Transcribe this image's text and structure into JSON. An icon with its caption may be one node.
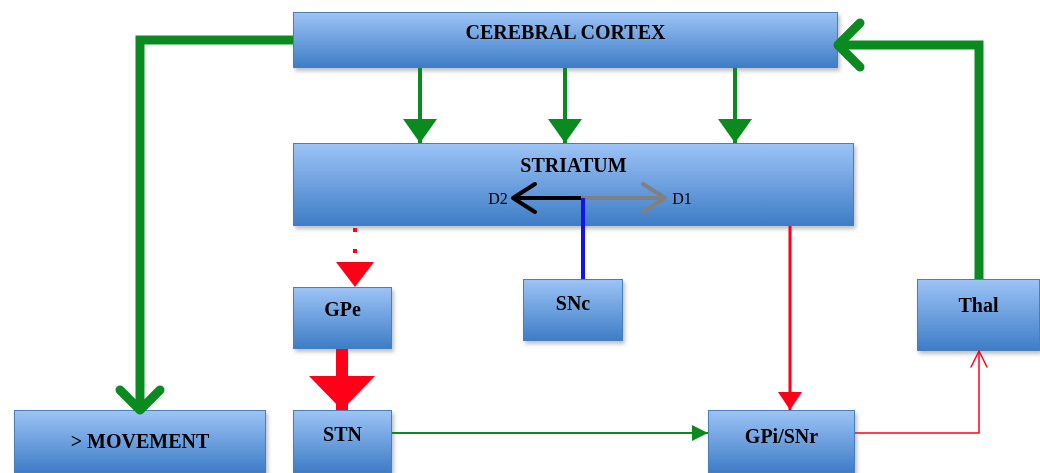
{
  "diagram": {
    "nodes": [
      {
        "text": [
          "CEREBRAL CORTEX"
        ]
      },
      {
        "text": [
          "STRIATUM"
        ]
      },
      {
        "text": [
          "D2"
        ],
        "in": 1
      },
      {
        "text": [
          "D1"
        ],
        "in": 1
      },
      {
        "text": [
          "GPe"
        ]
      },
      {
        "text": [
          "SNc"
        ]
      },
      {
        "text": [
          "Thal"
        ]
      },
      {
        "text": [
          "> MOVEMENT"
        ]
      },
      {
        "text": [
          "STN"
        ]
      },
      {
        "text": [
          "GPi/SNr"
        ]
      }
    ],
    "edges": [
      {
        "from": 0,
        "to": 7,
        "arrow": "to",
        "style": "thick"
      },
      {
        "from": 0,
        "to": 1,
        "arrow": "to"
      },
      {
        "from": 0,
        "to": 1,
        "arrow": "to"
      },
      {
        "from": 0,
        "to": 1,
        "arrow": "to"
      },
      {
        "from": 1,
        "to": 4,
        "arrow": "to",
        "style": "dashed",
        "color": "#ff0019"
      },
      {
        "from": 4,
        "to": 8,
        "arrow": "to",
        "style": "thick",
        "color": "#ff0019"
      },
      {
        "from": 8,
        "to": 9,
        "arrow": "to"
      },
      {
        "from": 1,
        "to": 9,
        "arrow": "to",
        "color": "#ff0019"
      },
      {
        "from": 9,
        "to": 6,
        "arrow": "to",
        "color": "#ff0019"
      },
      {
        "from": 6,
        "to": 0,
        "arrow": "to",
        "style": "thick"
      },
      {
        "from": 5,
        "to": 2,
        "arrow": "to",
        "color": "#000000"
      },
      {
        "from": 5,
        "to": 3,
        "arrow": "to",
        "color": "#808080"
      }
    ]
  }
}
